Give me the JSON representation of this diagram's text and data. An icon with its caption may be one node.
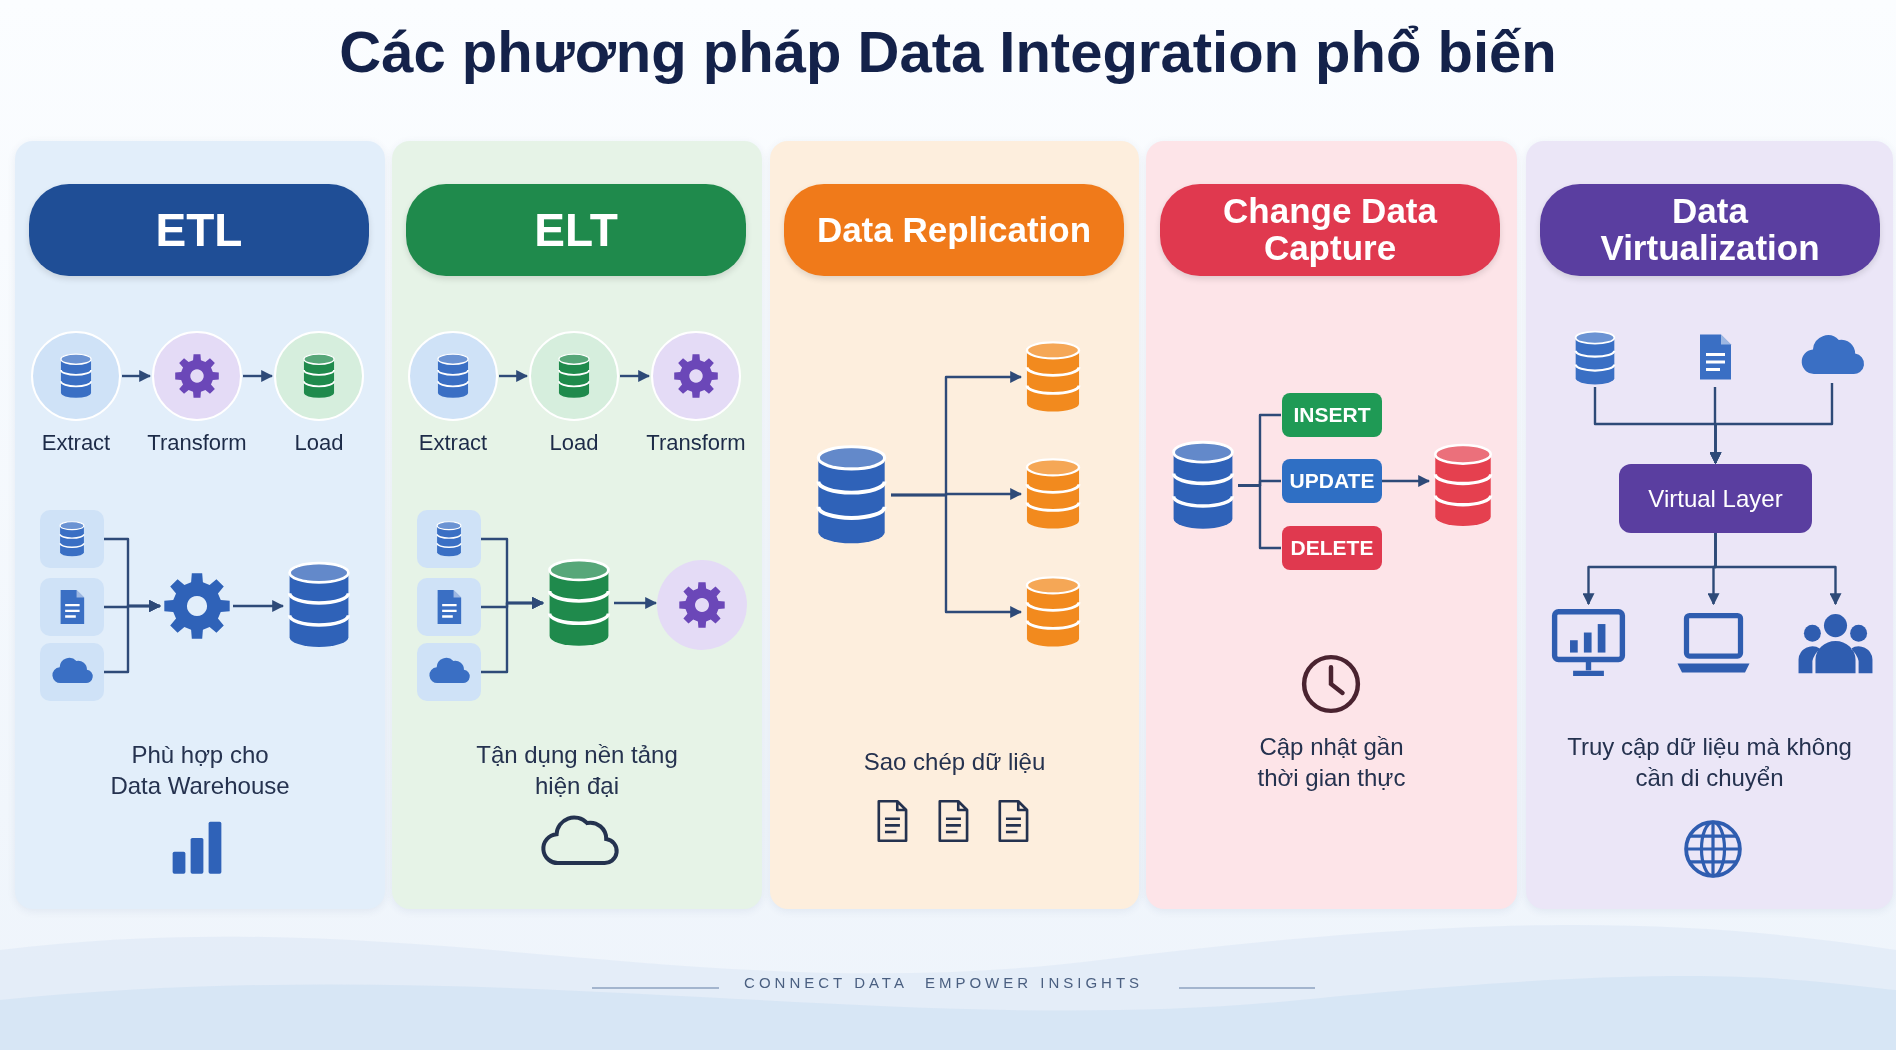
{
  "diagram": {
    "title": "Các phương pháp Data Integration phổ biến",
    "nodes": [
      {
        "text": [],
        "shape": "box"
      },
      {
        "text": [
          "ETL"
        ],
        "in": 0
      },
      {
        "text": [
          "Extract"
        ],
        "in": 0
      },
      {
        "text": [
          "Transform"
        ],
        "in": 0
      },
      {
        "text": [
          "Load"
        ],
        "in": 0
      },
      {
        "text": [],
        "shape": "box",
        "in": 0
      },
      {
        "text": [],
        "shape": "box",
        "in": 0
      },
      {
        "text": [],
        "shape": "box",
        "in": 0
      },
      {
        "text": [],
        "shape": "gear",
        "in": 0
      },
      {
        "text": [],
        "shape": "cylinder",
        "in": 0
      },
      {
        "text": [],
        "shape": "box"
      },
      {
        "text": [
          "ELT"
        ],
        "in": 10
      },
      {
        "text": [
          "Extract"
        ],
        "in": 10
      },
      {
        "text": [
          "Load"
        ],
        "in": 10
      },
      {
        "text": [
          "Transform"
        ],
        "in": 10
      },
      {
        "text": [],
        "shape": "box",
        "in": 10
      },
      {
        "text": [],
        "shape": "box",
        "in": 10
      },
      {
        "text": [],
        "shape": "box",
        "in": 10
      },
      {
        "text": [],
        "shape": "cylinder",
        "in": 10
      },
      {
        "text": [],
        "shape": "circle",
        "in": 10
      },
      {
        "text": [],
        "shape": "box"
      },
      {
        "text": [
          "Data Replication"
        ],
        "in": 20
      },
      {
        "text": [],
        "shape": "cylinder",
        "in": 20
      },
      {
        "text": [],
        "shape": "cylinder",
        "in": 20
      },
      {
        "text": [],
        "shape": "cylinder",
        "in": 20
      },
      {
        "text": [],
        "shape": "cylinder",
        "in": 20
      },
      {
        "text": [],
        "shape": "box"
      },
      {
        "text": [
          "Change Data Capture"
        ],
        "in": 26
      },
      {
        "text": [],
        "shape": "cylinder",
        "in": 26
      },
      {
        "text": [
          "INSERT"
        ],
        "in": 26
      },
      {
        "text": [
          "UPDATE"
        ],
        "in": 26
      },
      {
        "text": [
          "DELETE"
        ],
        "in": 26
      },
      {
        "text": [],
        "shape": "cylinder",
        "in": 26
      },
      {
        "text": [],
        "shape": "box"
      },
      {
        "text": [
          "Data Virtualization"
        ],
        "in": 33
      },
      {
        "text": [],
        "shape": "cylinder",
        "in": 33
      },
      {
        "text": [],
        "shape": "document",
        "in": 33
      },
      {
        "text": [],
        "shape": "cloud",
        "in": 33
      },
      {
        "text": [
          "Virtual Layer"
        ],
        "in": 33
      },
      {
        "text": [],
        "shape": "monitor",
        "in": 33
      },
      {
        "text": [],
        "shape": "laptop",
        "in": 33
      },
      {
        "text": [],
        "shape": "person",
        "in": 33
      }
    ],
    "edges": [
      {
        "from": 2,
        "to": 3,
        "arrow": "to"
      },
      {
        "from": 3,
        "to": 4,
        "arrow": "to"
      },
      {
        "from": 5,
        "to": 8,
        "arrow": "to"
      },
      {
        "from": 6,
        "to": 8,
        "arrow": "to"
      },
      {
        "from": 7,
        "to": 8,
        "arrow": "to"
      },
      {
        "from": 8,
        "to": 9,
        "arrow": "to"
      },
      {
        "from": 12,
        "to": 13,
        "arrow": "to"
      },
      {
        "from": 13,
        "to": 14,
        "arrow": "to"
      },
      {
        "from": 15,
        "to": 18,
        "arrow": "to"
      },
      {
        "from": 16,
        "to": 18,
        "arrow": "to"
      },
      {
        "from": 17,
        "to": 18,
        "arrow": "to"
      },
      {
        "from": 18,
        "to": 19,
        "arrow": "to"
      },
      {
        "from": 22,
        "to": 23,
        "arrow": "to"
      },
      {
        "from": 22,
        "to": 24,
        "arrow": "to"
      },
      {
        "from": 22,
        "to": 25,
        "arrow": "to"
      },
      {
        "from": 28,
        "to": 29,
        "arrow": "none"
      },
      {
        "from": 28,
        "to": 30,
        "arrow": "none"
      },
      {
        "from": 28,
        "to": 31,
        "arrow": "none"
      },
      {
        "from": 30,
        "to": 32,
        "arrow": "to"
      },
      {
        "from": 35,
        "to": 38,
        "arrow": "to"
      },
      {
        "from": 36,
        "to": 38,
        "arrow": "to"
      },
      {
        "from": 37,
        "to": 38,
        "arrow": "to"
      },
      {
        "from": 38,
        "to": 39,
        "arrow": "to"
      },
      {
        "from": 38,
        "to": 40,
        "arrow": "to"
      },
      {
        "from": 38,
        "to": 41,
        "arrow": "to"
      }
    ],
    "labels": [
      "Phù hợp cho Data Warehouse",
      "Tận dụng nền tảng hiện đại",
      "Sao chép dữ liệu",
      "Cập nhật gần thời gian thực",
      "Truy cập dữ liệu mà không cần di chuyển",
      "CONNECT DATA",
      "EMPOWER INSIGHTS"
    ]
  }
}
